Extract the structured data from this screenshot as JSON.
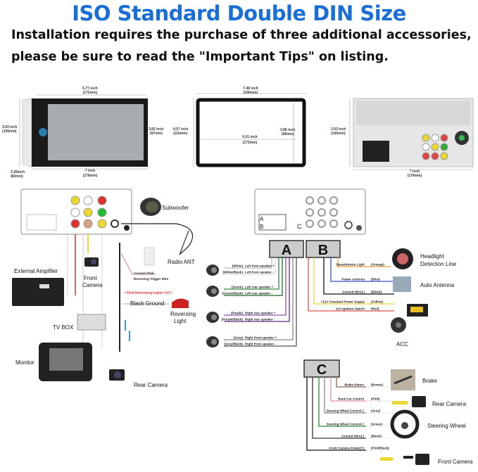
{
  "title": "ISO Standard Double DIN  Size",
  "subtitle": [
    "Installation requires the purchase of three additional accessories,",
    "please be sure to read the \"Important Tips\" on listing."
  ],
  "dimensions": {
    "unit_width": "6.77 inch",
    "unit_width_mm": "(172mm)",
    "unit_height": "3.93 inch",
    "unit_height_mm": "(100mm)",
    "screen_height": "3.82 inch",
    "screen_height_mm": "(97mm)",
    "depth": "3.26inch",
    "depth_mm": "(83mm)",
    "bottom_width": "7 inch",
    "bottom_width_mm": "(178mm)",
    "frame_width": "7.48 inch",
    "frame_width_mm": "(190mm)",
    "frame_height": "4.57 inch",
    "frame_height_mm": "(116mm)",
    "frame_inner_width": "6.01 inch",
    "frame_inner_width_mm": "(173mm)",
    "frame_inner_height": "3.86 inch",
    "frame_inner_height_mm": "(98mm)",
    "back_height": "3.93 inch",
    "back_height_mm": "(100mm)",
    "back_width": "7 inch",
    "back_width_mm": "(178mm)"
  },
  "left_diagram": {
    "subwoofer": "Subwoofer",
    "radio_ant": "Radio ANT",
    "external_amplifier": "External Amplifier",
    "front_camera": [
      "Front",
      "Camera"
    ],
    "trigger": [
      "Connect Pink",
      "Reversing Trigger Wire"
    ],
    "red_light": "Red Reversing Light +12V",
    "black_ground": "Black Ground",
    "reversing_light": [
      "Reversing",
      "Light"
    ],
    "tv_box": "TV BOX",
    "monitor": "Monitor",
    "rear_camera": "Rear Camera"
  },
  "connectors": {
    "a": "A",
    "b": "B",
    "c": "C"
  },
  "harness_a": [
    {
      "color": "(White)",
      "label": "Left front speaker +",
      "hex": "#bbbbbb"
    },
    {
      "color": "(White/Black)",
      "label": "Left front speaker -",
      "hex": "#dddddd"
    },
    {
      "color": "(Green)",
      "label": "Left rear speaker +",
      "hex": "#2e8b3a"
    },
    {
      "color": "(Green/Black)",
      "label": "Left rear speaker -",
      "hex": "#1f6a2a"
    },
    {
      "color": "(Purple)",
      "label": "Right rear speaker +",
      "hex": "#8a4fb0"
    },
    {
      "color": "(Purple/Black)",
      "label": "Right rear speaker -",
      "hex": "#5b2d80"
    },
    {
      "color": "(Grey)",
      "label": "Right front speaker +",
      "hex": "#888888"
    },
    {
      "color": "(Grey/Black)",
      "label": "Right front speaker -",
      "hex": "#555555"
    }
  ],
  "harness_b": [
    {
      "label": "Speedometer Light",
      "color": "(Orange)",
      "hex": "#f0a030",
      "device": [
        "Headlight",
        "Detection Line"
      ]
    },
    {
      "label": "Power Antenna",
      "color": "(Blue)",
      "hex": "#3a4fd0",
      "device": [
        "Auto Antenna"
      ]
    },
    {
      "label": "Ground Wire(-)",
      "color": "(Black)",
      "hex": "#111111",
      "device": []
    },
    {
      "label": "+12V Constant Power Supply",
      "color": "(Yellow)",
      "hex": "#e8d830",
      "device": []
    },
    {
      "label": "12V Ignition Switch",
      "color": "(Red)",
      "hex": "#e05050",
      "device": [
        "ACC"
      ]
    }
  ],
  "harness_c": [
    {
      "label": "Brake Detect",
      "color": "(Brown)",
      "hex": "#8a6a50",
      "device": "Brake"
    },
    {
      "label": "Back Car Control",
      "color": "(Pink)",
      "hex": "#e890a0",
      "device": "Rear Camera"
    },
    {
      "label": "Steering Wheel Control 1",
      "color": "(Grey)",
      "hex": "#888888",
      "device": "Steering Wheel"
    },
    {
      "label": "Steering Wheel Control 2",
      "color": "(Green)",
      "hex": "#2e8b3a",
      "device": ""
    },
    {
      "label": "Ground Wire(-)",
      "color": "(Black)",
      "hex": "#333333",
      "device": ""
    },
    {
      "label": "Front Camera Power(+)",
      "color": "(Pink/Black)",
      "hex": "#111111",
      "device": "Front Camera"
    }
  ]
}
